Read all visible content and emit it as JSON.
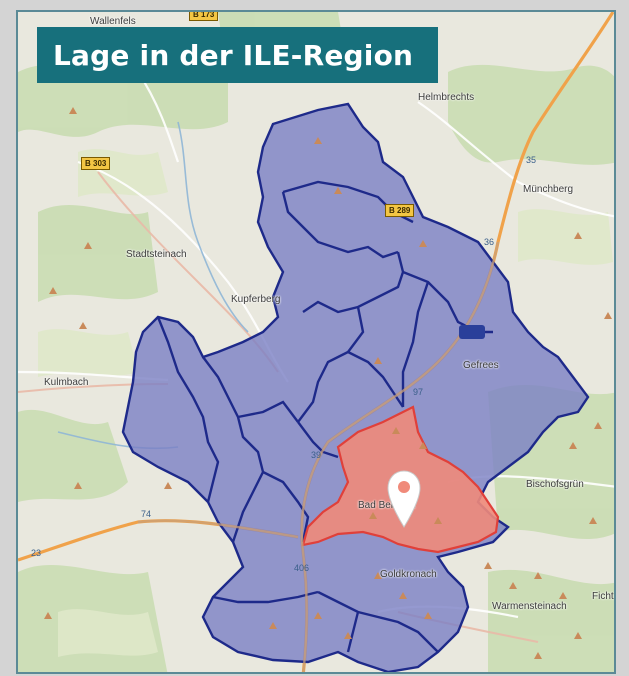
{
  "title": "Lage in der ILE-Region",
  "places": [
    {
      "key": "wallenfels",
      "label": "Wallenfels"
    },
    {
      "key": "helmbrechts",
      "label": "Helmbrechts"
    },
    {
      "key": "muenchberg",
      "label": "Münchberg"
    },
    {
      "key": "stadtsteinach",
      "label": "Stadtsteinach"
    },
    {
      "key": "kupferberg",
      "label": "Kupferberg"
    },
    {
      "key": "kulmbach",
      "label": "Kulmbach"
    },
    {
      "key": "gefrees",
      "label": "Gefrees"
    },
    {
      "key": "bischofsgruen",
      "label": "Bischofsgrün"
    },
    {
      "key": "bad_berneck",
      "label": "Bad Berneck"
    },
    {
      "key": "goldkronach",
      "label": "Goldkronach"
    },
    {
      "key": "warmensteinach",
      "label": "Warmensteinach"
    },
    {
      "key": "ficht",
      "label": "Ficht"
    }
  ],
  "road_shields": [
    {
      "key": "b173",
      "label": "B 173"
    },
    {
      "key": "b303",
      "label": "B 303"
    },
    {
      "key": "b289",
      "label": "B 289"
    }
  ],
  "route_numbers": [
    "35",
    "36",
    "97",
    "39",
    "74",
    "23",
    "406"
  ],
  "colors": {
    "title_background": "#17707c",
    "region_fill": "#7b7fc4",
    "region_border": "#1e2a8a",
    "highlight_fill": "#f08a7a",
    "highlight_border": "#e0403a",
    "motorway": "#f0a24a",
    "frame_border": "#5b8a96"
  },
  "marker": {
    "icon": "location-pin-icon"
  }
}
